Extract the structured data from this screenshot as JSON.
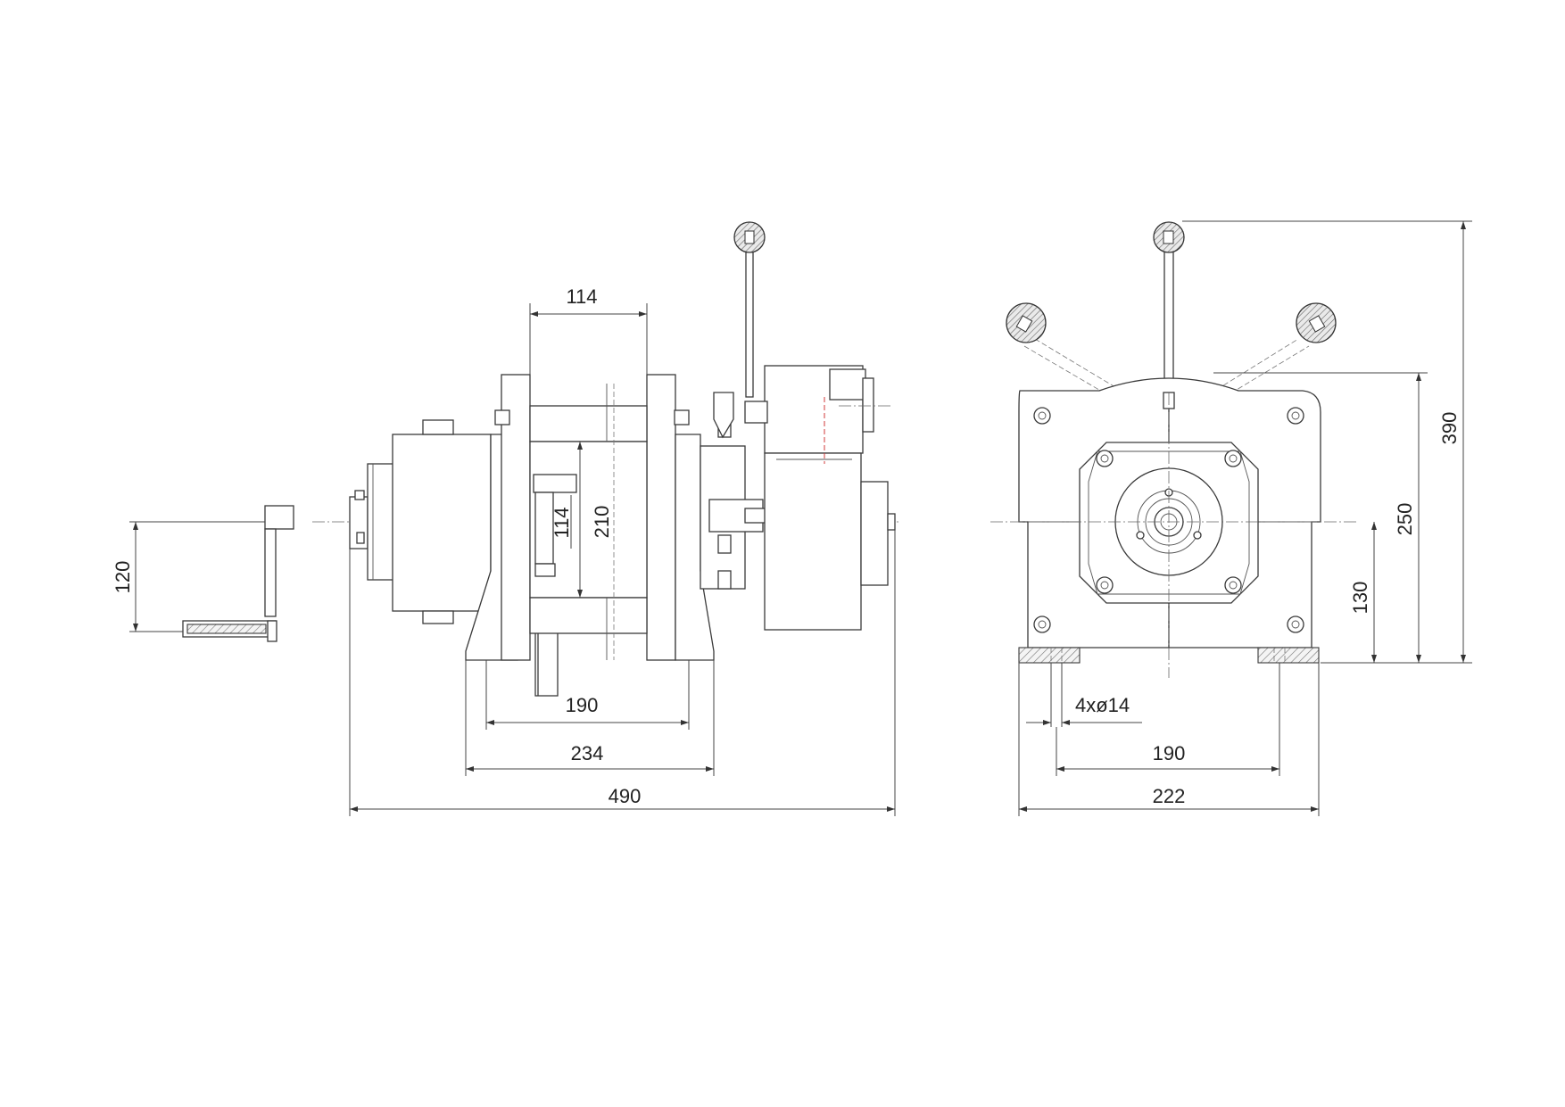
{
  "dimensions": {
    "side_view": {
      "barrel_spacing": "114",
      "barrel_inner": "114",
      "barrel_diameter": "210",
      "crank_offset": "120",
      "foot_holes": "190",
      "foot_width": "234",
      "overall_length": "490"
    },
    "end_view": {
      "overall_height": "390",
      "frame_height": "250",
      "center_height": "130",
      "holes": "4xø14",
      "hole_spacing": "190",
      "overall_width": "222"
    }
  }
}
